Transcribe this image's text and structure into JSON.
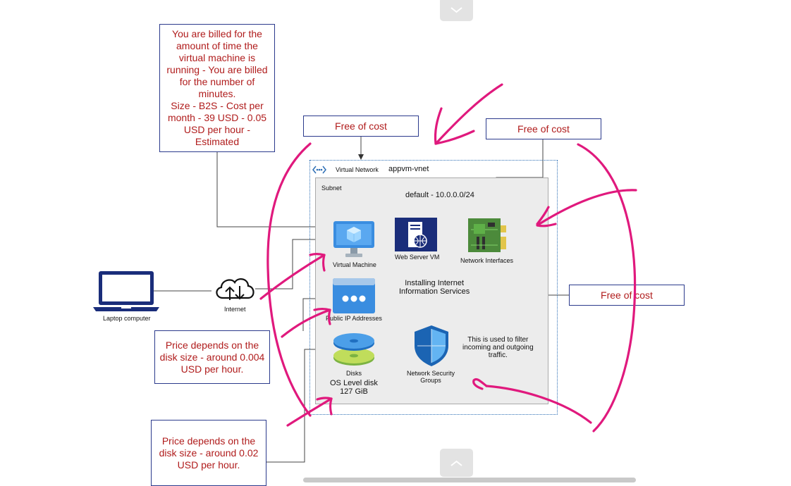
{
  "callouts": {
    "vm_billing": "You are billed for the amount of time the virtual machine is running - You are billed for the number of minutes.\nSize - B2S - Cost per month - 39 USD - 0.05 USD per hour - Estimated",
    "free_vnet": "Free of cost",
    "free_nic": "Free of cost",
    "free_nsg": "Free of cost",
    "disk_price_small": "Price depends on the disk size - around 0.004 USD per hour.",
    "disk_price_os": "Price depends on the disk size - around 0.02 USD per hour."
  },
  "diagram": {
    "vnet_type": "Virtual Network",
    "vnet_name": "appvm-vnet",
    "subnet_label": "Subnet",
    "subnet_range": "default - 10.0.0.0/24",
    "vm_label": "Virtual Machine",
    "webserver_label": "Web Server VM",
    "nic_label": "Network Interfaces",
    "iis_text": "Installing Internet\nInformation Services",
    "pip_label": "Public IP Addresses",
    "disks_label": "Disks",
    "os_disk": "OS Level disk\n127 GiB",
    "nsg_label": "Network Security\nGroups",
    "nsg_text": "This is used to filter\nincoming and outgoing\ntraffic.",
    "internet_label": "Internet",
    "laptop_label": "Laptop computer"
  },
  "colors": {
    "callout_border": "#2b3a8c",
    "callout_text": "#b01c1c",
    "annotation_ink": "#e0197d",
    "vnet_border": "#2e6fb5",
    "subnet_fill": "#ececec"
  },
  "icons": [
    "virtual-machine-icon",
    "web-server-icon",
    "network-interface-icon",
    "public-ip-icon",
    "disk-icon",
    "shield-icon",
    "cloud-icon",
    "laptop-icon",
    "vnet-icon",
    "chevron-down-icon",
    "chevron-up-icon"
  ]
}
